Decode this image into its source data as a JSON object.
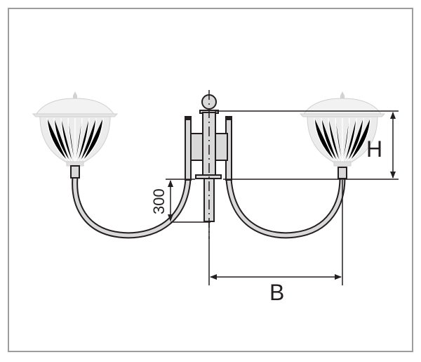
{
  "diagram": {
    "dimension_labels": {
      "height": "H",
      "arm_drop": "300",
      "reach": "B"
    },
    "colors": {
      "frame": "#9d9d9d",
      "line": "#231f20",
      "metal_fill": "#d9d9d9",
      "lamp": "#cfcfcf"
    }
  }
}
